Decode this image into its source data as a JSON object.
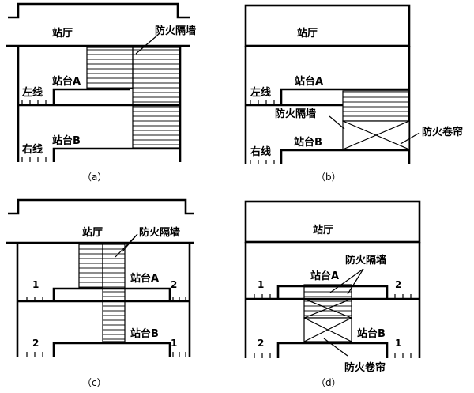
{
  "panels": {
    "a": {
      "caption": "（a）",
      "hall": "站厅",
      "firewall": "防火隔墙",
      "platform_a": "站台A",
      "platform_b": "站台B",
      "left_line": "左线",
      "right_line": "右线"
    },
    "b": {
      "caption": "（b）",
      "hall": "站厅",
      "firewall": "防火隔墙",
      "shutter": "防火卷帘",
      "platform_a": "站台A",
      "platform_b": "站台B",
      "left_line": "左线",
      "right_line": "右线"
    },
    "c": {
      "caption": "（c）",
      "hall": "站厅",
      "firewall": "防火隔墙",
      "platform_a": "站台A",
      "platform_b": "站台B",
      "track_a_left": "1",
      "track_a_right": "2",
      "track_b_left": "2",
      "track_b_right": "1"
    },
    "d": {
      "caption": "（d）",
      "hall": "站厅",
      "firewall": "防火隔墙",
      "shutter": "防火卷帘",
      "platform_a": "站台A",
      "platform_b": "站台B",
      "track_a_left": "1",
      "track_a_right": "2",
      "track_b_left": "2",
      "track_b_right": "1"
    }
  }
}
